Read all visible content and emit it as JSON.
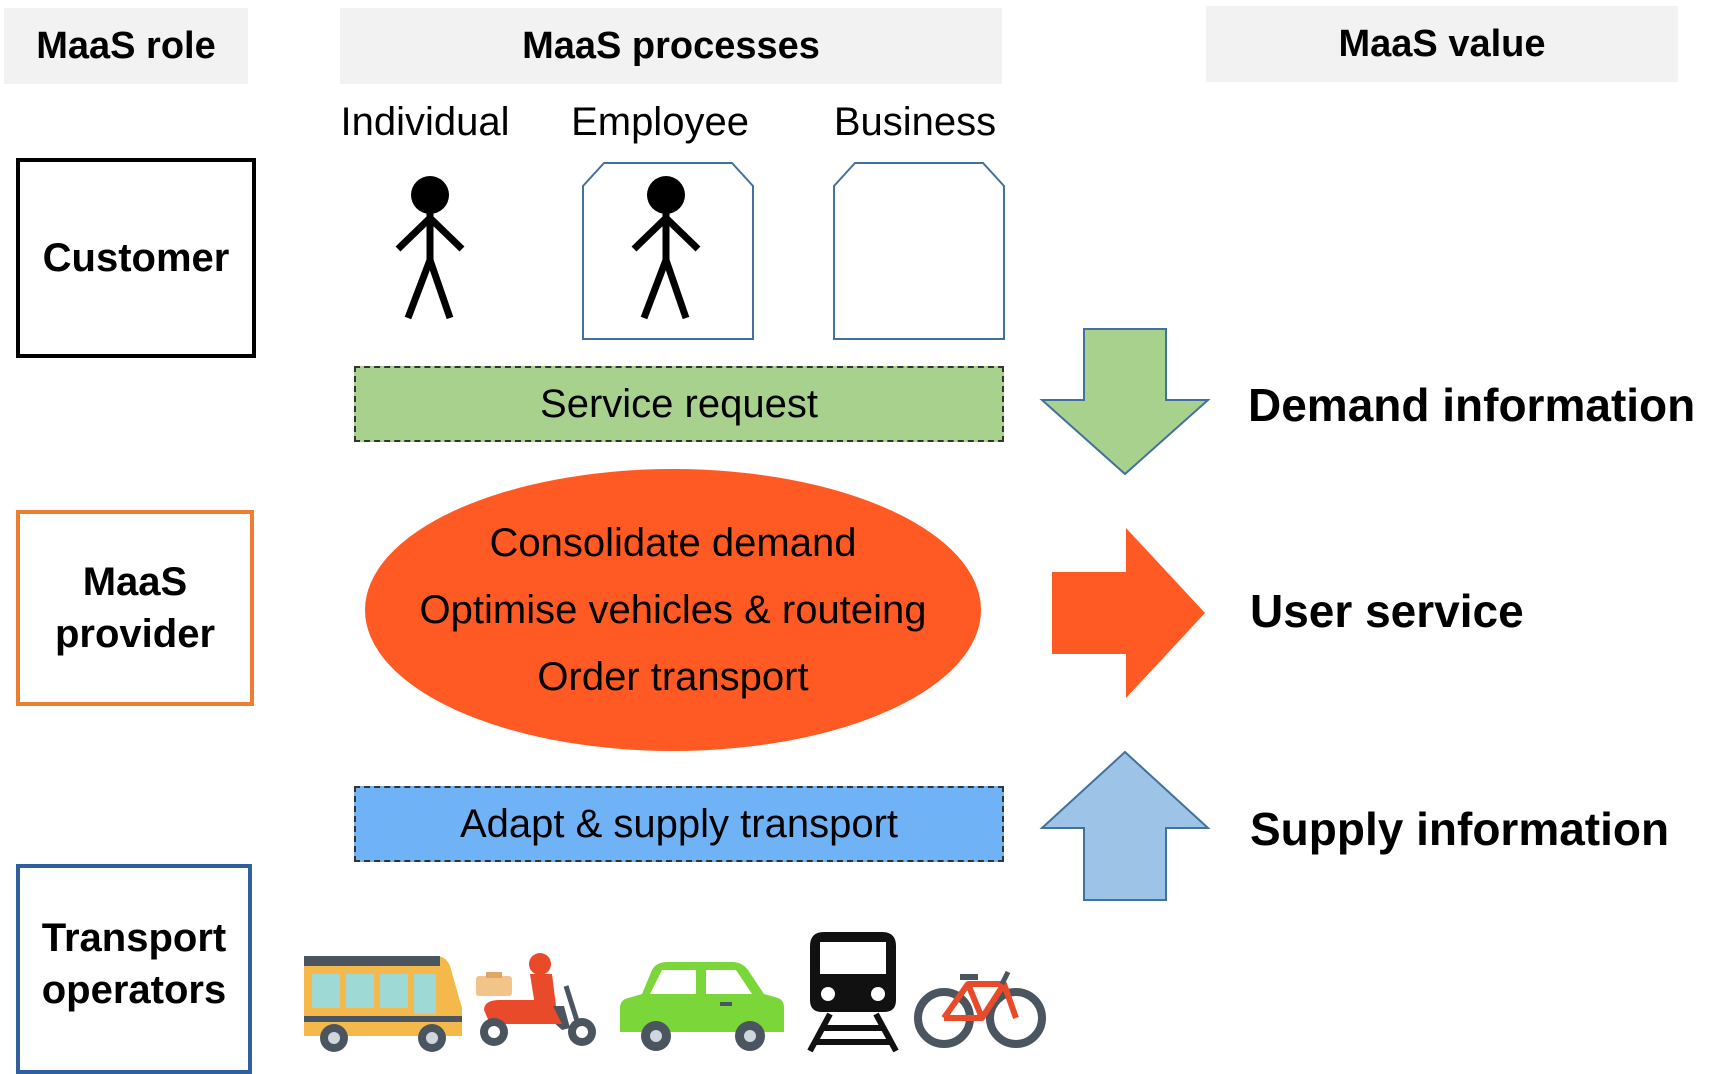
{
  "headers": {
    "role": "MaaS role",
    "processes": "MaaS processes",
    "value": "MaaS value"
  },
  "roles": {
    "customer": "Customer",
    "provider_line1": "MaaS",
    "provider_line2": "provider",
    "operators_line1": "Transport",
    "operators_line2": "operators"
  },
  "customers": [
    "Individual",
    "Employee",
    "Business"
  ],
  "processes": {
    "service_request": "Service request",
    "provider_steps": [
      "Consolidate demand",
      "Optimise vehicles & routeing",
      "Order transport"
    ],
    "adapt_supply": "Adapt & supply transport"
  },
  "values": {
    "demand": "Demand information",
    "user": "User service",
    "supply": "Supply information"
  },
  "transport_icons": [
    "bus-icon",
    "scooter-icon",
    "car-icon",
    "train-icon",
    "bicycle-icon"
  ],
  "colors": {
    "customer_border": "#000000",
    "provider_border": "#ed7d31",
    "operators_border": "#2e5f9e",
    "service_request_fill": "#a9d18e",
    "adapt_fill": "#6fb2f5",
    "ellipse_fill": "#ff5a23",
    "arrow_down_fill": "#a9d18e",
    "arrow_right_fill": "#ff5a23",
    "arrow_up_fill": "#9dc3e6",
    "outline_blue": "#41719c"
  }
}
